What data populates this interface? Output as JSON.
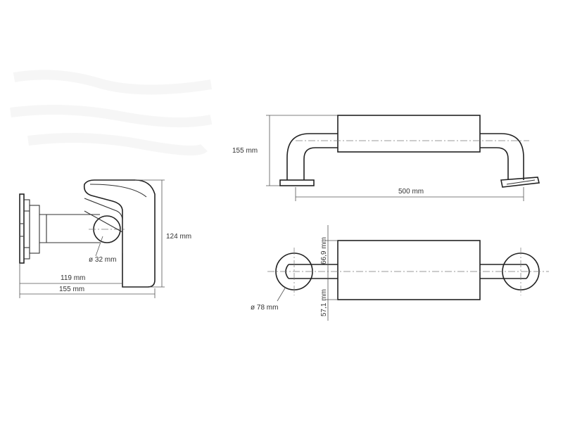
{
  "side_view": {
    "diameter_label": "ø 32 mm",
    "depth_119_label": "119 mm",
    "depth_155_label": "155 mm",
    "height_label": "124 mm"
  },
  "front_view": {
    "height_label": "155 mm",
    "length_label": "500 mm"
  },
  "top_view": {
    "upper_offset_label": "66,9 mm",
    "lower_offset_label": "57,1 mm",
    "flange_diameter_label": "ø 78 mm"
  }
}
